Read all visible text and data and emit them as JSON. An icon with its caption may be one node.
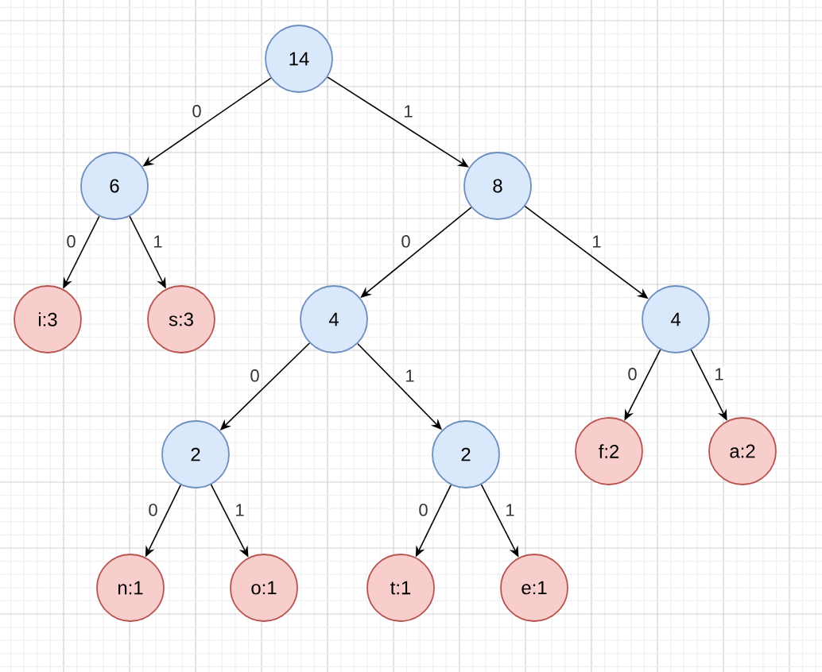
{
  "diagram": {
    "nodes": [
      {
        "text": [
          "14"
        ]
      },
      {
        "text": [
          "6"
        ]
      },
      {
        "text": [
          "8"
        ]
      },
      {
        "text": [
          "i:3"
        ]
      },
      {
        "text": [
          "s:3"
        ]
      },
      {
        "text": [
          "4"
        ]
      },
      {
        "text": [
          "4"
        ]
      },
      {
        "text": [
          "2"
        ]
      },
      {
        "text": [
          "2"
        ]
      },
      {
        "text": [
          "f:2"
        ]
      },
      {
        "text": [
          "a:2"
        ]
      },
      {
        "text": [
          "n:1"
        ]
      },
      {
        "text": [
          "o:1"
        ]
      },
      {
        "text": [
          "t:1"
        ]
      },
      {
        "text": [
          "e:1"
        ]
      }
    ],
    "edges": [
      {
        "from": 0,
        "to": 1,
        "arrow": "to",
        "label": "0"
      },
      {
        "from": 0,
        "to": 2,
        "arrow": "to",
        "label": "1"
      },
      {
        "from": 1,
        "to": 3,
        "arrow": "to",
        "label": "0"
      },
      {
        "from": 1,
        "to": 4,
        "arrow": "to",
        "label": "1"
      },
      {
        "from": 2,
        "to": 5,
        "arrow": "to",
        "label": "0"
      },
      {
        "from": 2,
        "to": 6,
        "arrow": "to",
        "label": "1"
      },
      {
        "from": 5,
        "to": 7,
        "arrow": "to",
        "label": "0"
      },
      {
        "from": 5,
        "to": 8,
        "arrow": "to",
        "label": "1"
      },
      {
        "from": 6,
        "to": 9,
        "arrow": "to",
        "label": "0"
      },
      {
        "from": 6,
        "to": 10,
        "arrow": "to",
        "label": "1"
      },
      {
        "from": 7,
        "to": 11,
        "arrow": "to",
        "label": "0"
      },
      {
        "from": 7,
        "to": 12,
        "arrow": "to",
        "label": "1"
      },
      {
        "from": 8,
        "to": 13,
        "arrow": "to",
        "label": "0"
      },
      {
        "from": 8,
        "to": 14,
        "arrow": "to",
        "label": "1"
      }
    ]
  }
}
